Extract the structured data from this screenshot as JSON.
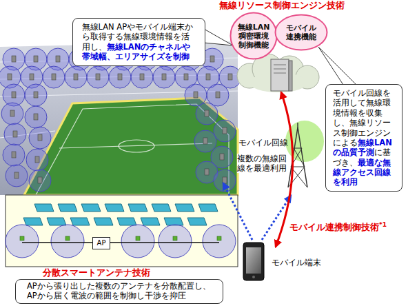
{
  "diagram": {
    "nodes": [
      {
        "text": [
          "無線LAN APやモバイル端末から取得する無線環境情報を活用し、無線LANのチャネルや帯域幅、エリアサイズを制御"
        ]
      },
      {
        "text": [
          "無線LAN稠密環境制御機能"
        ]
      },
      {
        "text": [
          "モバイル連携機能"
        ]
      },
      {
        "text": [
          "モバイル回線を活用して無線環境情報を収集し、無線リソース制御エンジンによる無線LANの品質予測に基づき、最適な無線アクセス回線を利用"
        ]
      },
      {
        "text": [
          "AP"
        ]
      },
      {
        "text": [
          "APから張り出した複数のアンテナを分散配置し、APから届く電波の範囲を制御し干渉を抑圧"
        ]
      }
    ],
    "labels": [
      "無線リソース制御エンジン技術",
      "モバイル回線",
      "複数の無線回線を最適利用",
      "モバイル連携制御技術*1",
      "モバイル端末",
      "分散スマートアンテナ技術"
    ]
  }
}
